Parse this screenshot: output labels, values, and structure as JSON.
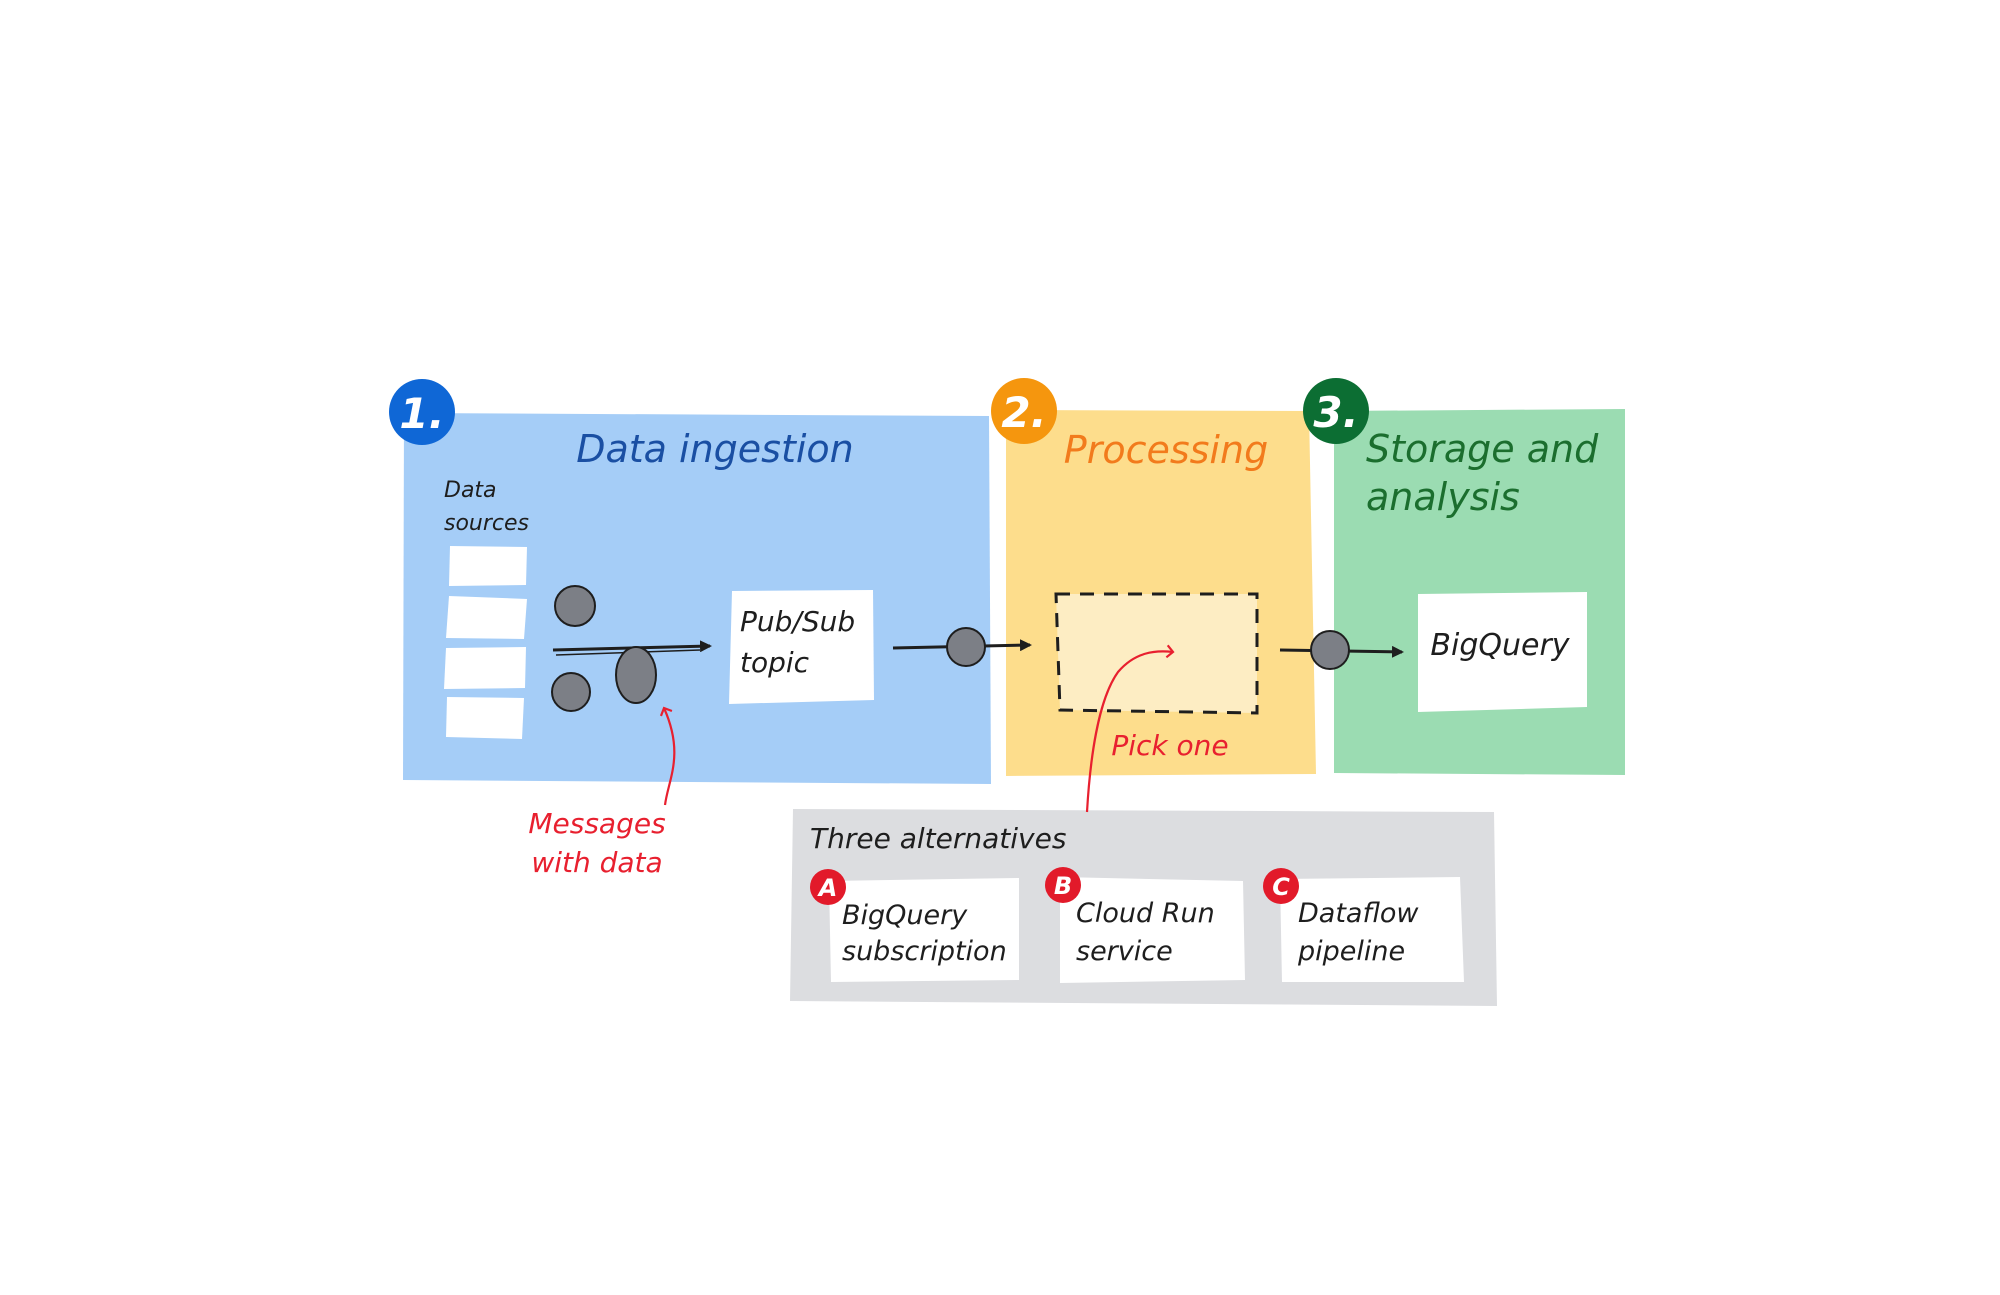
{
  "colors": {
    "ingestion_bg": "#a5cdf7",
    "processing_bg": "#fddd8c",
    "storage_bg": "#9bdcb2",
    "alternatives_bg": "#dcdde0",
    "placeholder_bg": "#fdedc3",
    "badge_blue": "#0f67d6",
    "badge_orange": "#f5960e",
    "badge_green": "#0c6e33",
    "badge_red": "#e21a2a",
    "message_dot": "#7c7f86",
    "annotation_red": "#e8202f"
  },
  "sections": {
    "ingestion": {
      "badge": "1.",
      "title": "Data ingestion",
      "sources_label_line1": "Data",
      "sources_label_line2": "sources",
      "pubsub_line1": "Pub/Sub",
      "pubsub_line2": "topic"
    },
    "processing": {
      "badge": "2.",
      "title": "Processing",
      "annotation": "Pick one"
    },
    "storage": {
      "badge": "3.",
      "title_line1": "Storage and",
      "title_line2": "analysis",
      "bigquery": "BigQuery"
    }
  },
  "annotations": {
    "messages_line1": "Messages",
    "messages_line2": "with data"
  },
  "alternatives": {
    "title": "Three alternatives",
    "items": [
      {
        "badge": "A",
        "line1": "BigQuery",
        "line2": "subscription"
      },
      {
        "badge": "B",
        "line1": "Cloud Run",
        "line2": "service"
      },
      {
        "badge": "C",
        "line1": "Dataflow",
        "line2": "pipeline"
      }
    ]
  }
}
